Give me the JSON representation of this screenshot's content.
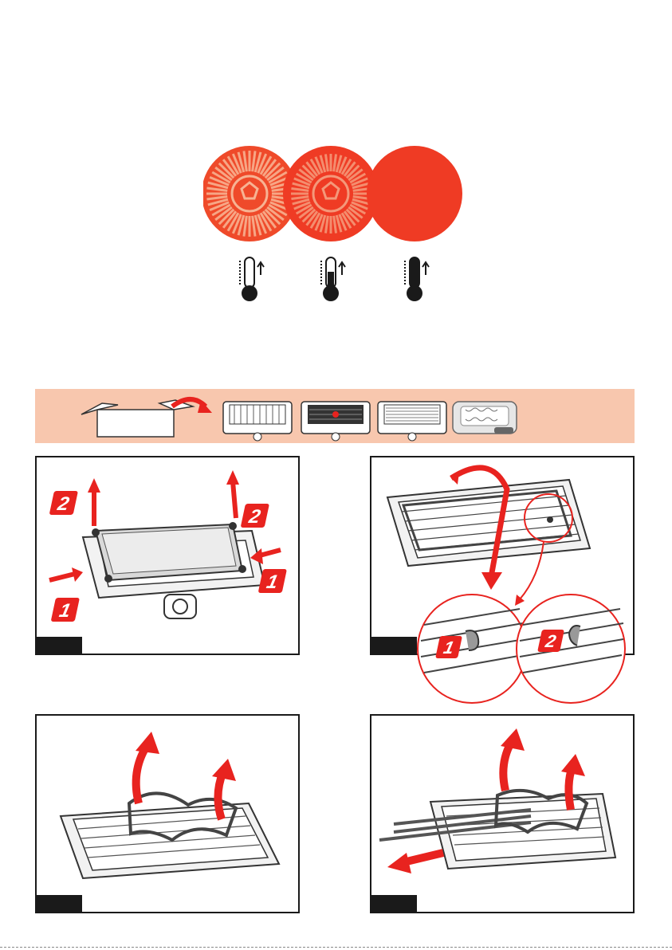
{
  "colors": {
    "accent_red": "#e8231f",
    "disc_red": "#ef3b24",
    "banner_peach": "#f8c7ae",
    "outline": "#1a1a1a"
  },
  "indicators": {
    "items": [
      {
        "state": "ready-light",
        "icon": "temperature-low-icon"
      },
      {
        "state": "heating",
        "icon": "temperature-medium-icon"
      },
      {
        "state": "hot-solid",
        "icon": "temperature-high-icon"
      }
    ]
  },
  "banner": {
    "arrow_icon": "curved-arrow-icon",
    "grills": [
      "wire-rack-grill",
      "dark-grill",
      "plate-grill",
      "silver-grill"
    ]
  },
  "panels": [
    {
      "step_labels": [
        "2",
        "2",
        "1",
        "1"
      ]
    },
    {
      "step_labels": [
        "1",
        "2"
      ]
    },
    {
      "step_labels": []
    },
    {
      "step_labels": []
    }
  ]
}
